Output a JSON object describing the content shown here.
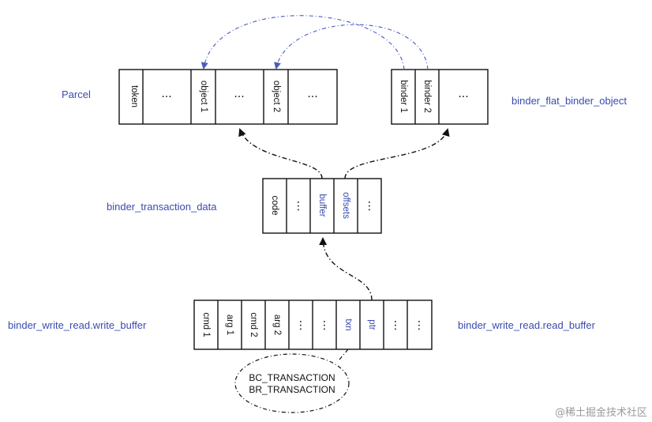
{
  "labels": {
    "parcel": "Parcel",
    "flat_binder_object": "binder_flat_binder_object",
    "transaction_data": "binder_transaction_data",
    "write_buffer": "binder_write_read.write_buffer",
    "read_buffer": "binder_write_read.read_buffer"
  },
  "parcel_cells": [
    "token",
    "···",
    "object 1",
    "···",
    "object 2",
    "···"
  ],
  "flat_cells": [
    "binder 1",
    "binder 2",
    "···"
  ],
  "txn_cells": [
    "code",
    "⋮",
    "buffer",
    "offsets",
    "⋮"
  ],
  "bwr_cells": [
    "cmd 1",
    "arg 1",
    "cmd 2",
    "arg 2",
    "⋮",
    "⋮",
    "txn",
    "ptr",
    "⋮",
    "⋮"
  ],
  "ellipse_lines": [
    "BC_TRANSACTION",
    "BR_TRANSACTION"
  ],
  "watermark": "@稀土掘金技术社区",
  "colors": {
    "blue": "#3a4bb0",
    "dark": "#111111",
    "dashed_blue": "#5b6bd0"
  }
}
